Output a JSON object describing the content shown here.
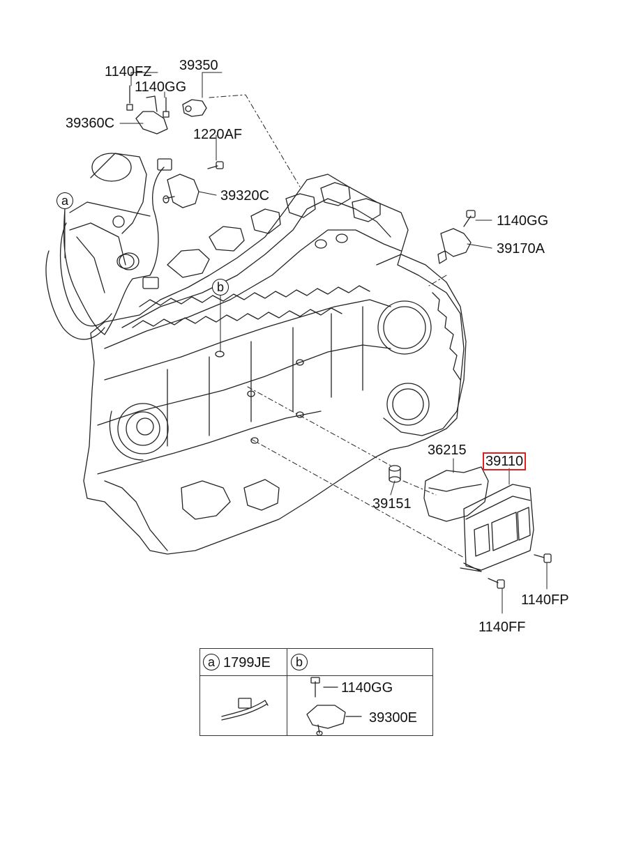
{
  "diagram": {
    "part_labels": {
      "p_1140fz": "1140FZ",
      "p_39350": "39350",
      "p_1140gg_top": "1140GG",
      "p_39360c": "39360C",
      "p_1220af": "1220AF",
      "p_39320c": "39320C",
      "p_1140gg_right": "1140GG",
      "p_39170a": "39170A",
      "p_36215": "36215",
      "p_39110": "39110",
      "p_39151": "39151",
      "p_1140fp": "1140FP",
      "p_1140ff": "1140FF"
    },
    "highlighted_part": "39110",
    "highlight_color": "#e02020",
    "callouts": {
      "a": "a",
      "b": "b"
    },
    "legend": {
      "col_a": {
        "callout": "a",
        "part": "1799JE"
      },
      "col_b": {
        "callout": "b",
        "bolt": "1140GG",
        "part": "39300E"
      }
    }
  }
}
